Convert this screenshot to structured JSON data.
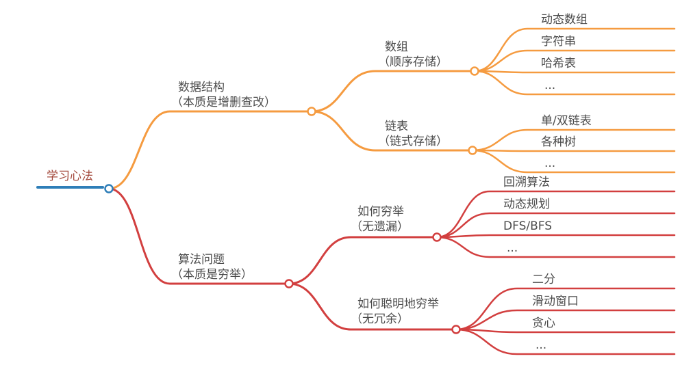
{
  "colors": {
    "background": "#ffffff",
    "text": "#4b4b4b",
    "root_text": "#a3493c",
    "root_line": "#2e7eb8",
    "top_branch": "#f59b40",
    "bottom_branch": "#d23f3f"
  },
  "root": {
    "label": "学习心法"
  },
  "branches": [
    {
      "label_line1": "数据结构",
      "label_line2": "（本质是增删查改）",
      "children": [
        {
          "label_line1": "数组",
          "label_line2": "（顺序存储）",
          "leaves": [
            "动态数组",
            "字符串",
            "哈希表",
            "..."
          ]
        },
        {
          "label_line1": "链表",
          "label_line2": "（链式存储）",
          "leaves": [
            "单/双链表",
            "各种树",
            "..."
          ]
        }
      ]
    },
    {
      "label_line1": "算法问题",
      "label_line2": "（本质是穷举）",
      "children": [
        {
          "label_line1": "如何穷举",
          "label_line2": "（无遗漏）",
          "leaves": [
            "回溯算法",
            "动态规划",
            "DFS/BFS",
            "..."
          ]
        },
        {
          "label_line1": "如何聪明地穷举",
          "label_line2": "（无冗余）",
          "leaves": [
            "二分",
            "滑动窗口",
            "贪心",
            "..."
          ]
        }
      ]
    }
  ]
}
